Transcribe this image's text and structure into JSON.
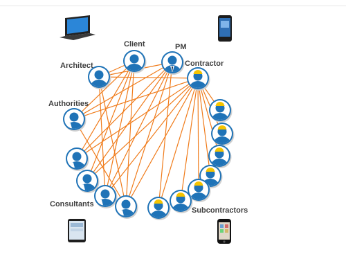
{
  "labels": {
    "client": "Client",
    "pm": "PM",
    "architect": "Architect",
    "contractor": "Contractor",
    "authorities": "Authorities",
    "consultants": "Consultants",
    "subcontractors": "Subcontractors"
  },
  "colors": {
    "link": "#f07b1a",
    "node_fill": "#1f73b7",
    "node_ring": "#ffffff",
    "hard_hat": "#f5c400",
    "label": "#3f3f3f"
  },
  "devices": [
    "laptop-icon",
    "smartphone-icon",
    "tablet-icon",
    "iphone-icon"
  ],
  "nodes": [
    {
      "id": "client",
      "role": "client"
    },
    {
      "id": "pm",
      "role": "pm"
    },
    {
      "id": "architect",
      "role": "architect"
    },
    {
      "id": "contractor",
      "role": "contractor"
    },
    {
      "id": "authorities",
      "role": "authorities"
    },
    {
      "id": "consultant-1",
      "role": "consultant"
    },
    {
      "id": "consultant-2",
      "role": "consultant"
    },
    {
      "id": "consultant-3",
      "role": "consultant"
    },
    {
      "id": "consultant-4",
      "role": "consultant"
    },
    {
      "id": "sub-1",
      "role": "subcontractor"
    },
    {
      "id": "sub-2",
      "role": "subcontractor"
    },
    {
      "id": "sub-3",
      "role": "subcontractor"
    },
    {
      "id": "sub-4",
      "role": "subcontractor"
    },
    {
      "id": "sub-5",
      "role": "subcontractor"
    },
    {
      "id": "sub-6",
      "role": "subcontractor"
    },
    {
      "id": "sub-7",
      "role": "subcontractor"
    }
  ],
  "edges": [
    [
      "client",
      "architect"
    ],
    [
      "client",
      "authorities"
    ],
    [
      "client",
      "consultant-1"
    ],
    [
      "client",
      "consultant-2"
    ],
    [
      "client",
      "consultant-3"
    ],
    [
      "client",
      "consultant-4"
    ],
    [
      "pm",
      "architect"
    ],
    [
      "pm",
      "authorities"
    ],
    [
      "pm",
      "consultant-1"
    ],
    [
      "pm",
      "consultant-2"
    ],
    [
      "pm",
      "consultant-3"
    ],
    [
      "pm",
      "consultant-4"
    ],
    [
      "pm",
      "sub-7"
    ],
    [
      "contractor",
      "architect"
    ],
    [
      "contractor",
      "authorities"
    ],
    [
      "contractor",
      "consultant-1"
    ],
    [
      "contractor",
      "consultant-2"
    ],
    [
      "contractor",
      "consultant-3"
    ],
    [
      "contractor",
      "consultant-4"
    ],
    [
      "contractor",
      "sub-1"
    ],
    [
      "contractor",
      "sub-2"
    ],
    [
      "contractor",
      "sub-3"
    ],
    [
      "contractor",
      "sub-4"
    ],
    [
      "contractor",
      "sub-5"
    ],
    [
      "contractor",
      "sub-6"
    ],
    [
      "contractor",
      "sub-7"
    ],
    [
      "architect",
      "consultant-3"
    ],
    [
      "architect",
      "consultant-4"
    ],
    [
      "authorities",
      "consultant-4"
    ]
  ]
}
